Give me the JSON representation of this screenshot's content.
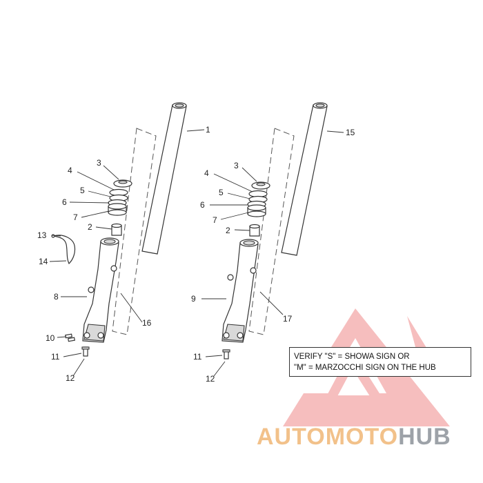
{
  "callouts": {
    "left": {
      "n1": "1",
      "n2": "2",
      "n3": "3",
      "n4": "4",
      "n5": "5",
      "n6": "6",
      "n7": "7",
      "n8": "8",
      "n10": "10",
      "n11": "11",
      "n12": "12",
      "n13": "13",
      "n14": "14",
      "n16": "16"
    },
    "right": {
      "n15": "15",
      "n2": "2",
      "n3": "3",
      "n4": "4",
      "n5": "5",
      "n6": "6",
      "n7": "7",
      "n9": "9",
      "n11": "11",
      "n12": "12",
      "n17": "17"
    }
  },
  "note": {
    "line1": "VERIFY \"S\" = SHOWA SIGN OR",
    "line2": "\"M\" = MARZOCCHI SIGN ON THE HUB"
  },
  "watermark": {
    "part1": "AUTOMOTO",
    "part2": "HUB",
    "color_primary": "#f2c18a",
    "color_secondary": "#9da2a8",
    "logo_color": "#f3a6a6"
  }
}
